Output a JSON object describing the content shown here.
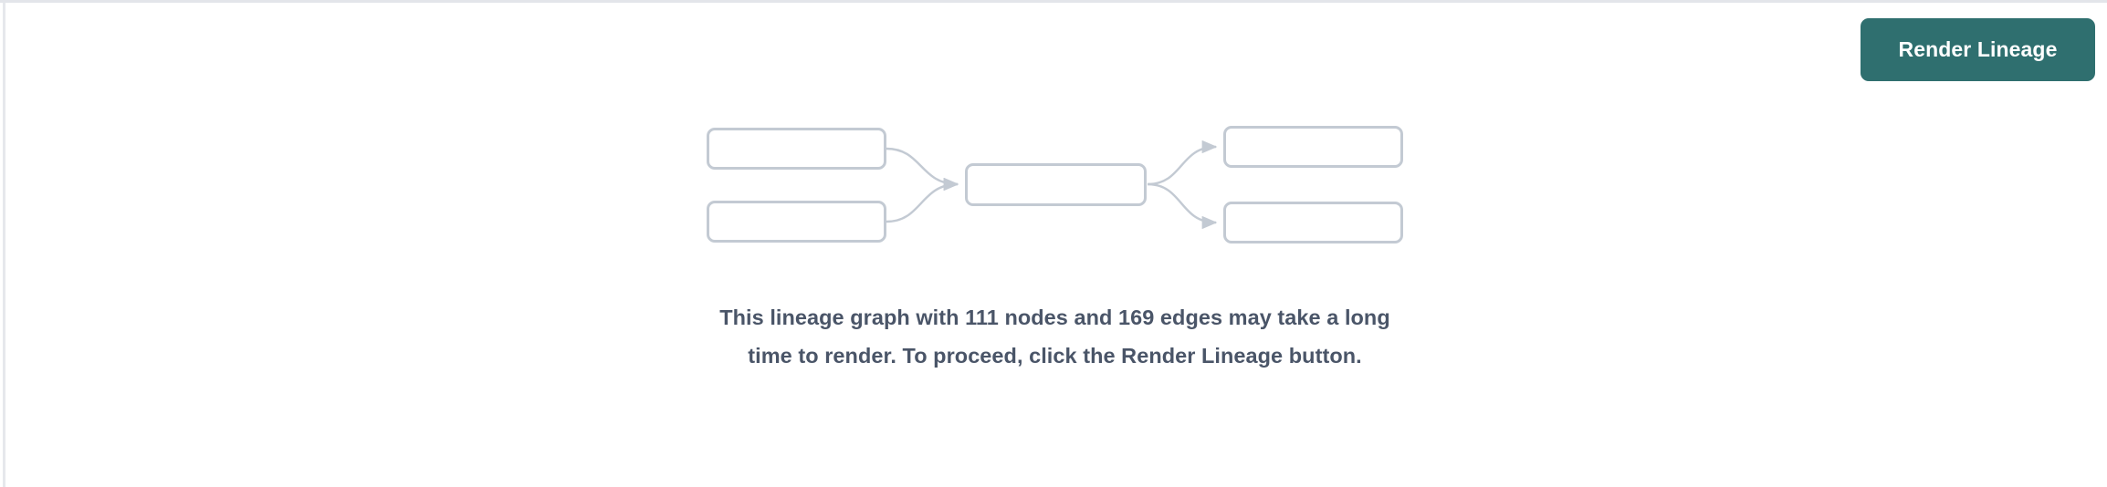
{
  "window": {
    "background_color": "#ffffff",
    "border_color": "#e3e5ea"
  },
  "toolbar": {
    "render_lineage_label": "Render Lineage",
    "render_lineage_color": "#2f6f6f",
    "render_lineage_text_color": "#ffffff"
  },
  "placeholder_graph": {
    "node_border_color": "#c3cad3",
    "edge_color": "#c3cad3",
    "nodes": [
      {
        "id": "source-a",
        "label": ""
      },
      {
        "id": "source-b",
        "label": ""
      },
      {
        "id": "center",
        "label": ""
      },
      {
        "id": "target-a",
        "label": ""
      },
      {
        "id": "target-b",
        "label": ""
      }
    ],
    "edges": [
      {
        "from": "source-a",
        "to": "center"
      },
      {
        "from": "source-b",
        "to": "center"
      },
      {
        "from": "center",
        "to": "target-a"
      },
      {
        "from": "center",
        "to": "target-b"
      }
    ]
  },
  "message": {
    "text": "This lineage graph with 111 nodes and 169 edges may take a long time to render. To proceed, click the Render Lineage button.",
    "node_count": 111,
    "edge_count": 169,
    "color": "#4a5568"
  }
}
